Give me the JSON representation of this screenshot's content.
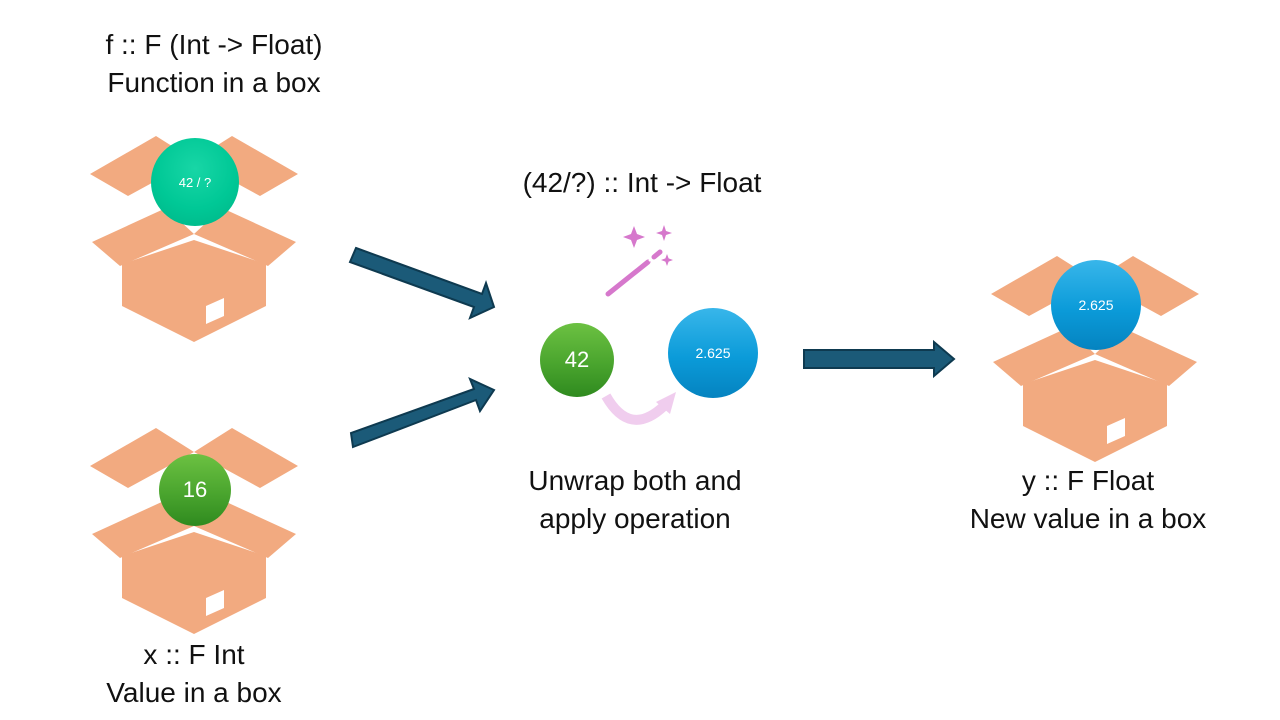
{
  "top_left_label": {
    "line1": "f :: F (Int -> Float)",
    "line2": "Function in a box"
  },
  "bottom_left_label": {
    "line1": "x :: F Int",
    "line2": "Value in a box"
  },
  "middle_top_label": "(42/?) :: Int -> Float",
  "middle_bottom_label": {
    "line1": "Unwrap both and",
    "line2": "apply operation"
  },
  "right_label": {
    "line1": "y :: F Float",
    "line2": "New value in a box"
  },
  "balls": {
    "function_ball": "42 / ?",
    "value_ball": "16",
    "middle_left_ball": "42",
    "middle_right_ball": "2.625",
    "result_ball": "2.625"
  },
  "colors": {
    "box": "#f2aa80",
    "arrow": "#1b5a78",
    "wand": "#d678cc",
    "cycle_arrow": "#f0cdee",
    "teal": "#00c896",
    "green": "#4aa52e",
    "blue": "#0b9bd9"
  },
  "icons": [
    "box-icon",
    "magic-wand-icon",
    "sparkle-icon",
    "cycle-arrow-icon",
    "arrow-icon"
  ]
}
